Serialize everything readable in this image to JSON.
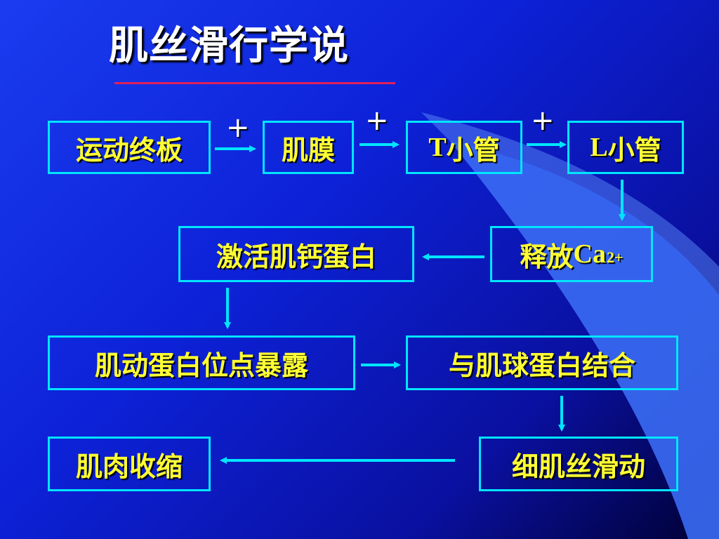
{
  "title": "肌丝滑行学说",
  "steps": {
    "motor_end_plate": "运动终板",
    "sarcolemma": "肌膜",
    "t_tubule_prefix": "T",
    "t_tubule_suffix": "小管",
    "l_tubule_prefix": "L",
    "l_tubule_suffix": "小管",
    "release_prefix": "释放",
    "release_ion": "Ca",
    "release_charge": "2+",
    "activate_troponin": "激活肌钙蛋白",
    "actin_site_exposed": "肌动蛋白位点暴露",
    "bind_myosin": "与肌球蛋白结合",
    "thin_filament_slide": "细肌丝滑动",
    "muscle_contraction": "肌肉收缩"
  },
  "plus_signs": [
    "+",
    "+",
    "+"
  ],
  "colors": {
    "box_border": "#00e5ff",
    "box_text": "#ffff33",
    "arrow": "#00e5ff",
    "title_text": "#ffffff",
    "title_underline": "#e0205a"
  }
}
